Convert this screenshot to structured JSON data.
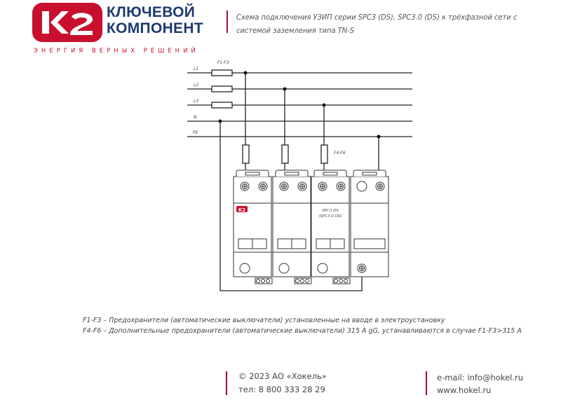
{
  "brand": {
    "line1": "КЛЮЧЕВОЙ",
    "line2": "КОМПОНЕНТ",
    "slogan": "ЭНЕРГИЯ ВЕРНЫХ РЕШЕНИЙ",
    "logo_text": "K2"
  },
  "title": "Схема подключения УЗИП серии SPC3 (DS), SPC3.0 (DS) к трёхфазной сети с системой заземления типа TN-S",
  "diagram": {
    "labels": {
      "f1f3": "F1-F3",
      "f4f6": "F4-F6",
      "l1": "L1",
      "l2": "L2",
      "l3": "L3",
      "n": "N",
      "pe": "PE",
      "model1": "SPC3 DS",
      "model2": "(SPC3.0 DS)",
      "module_logo": "K2"
    }
  },
  "notes": [
    "F1-F3 – Предохранители (автоматические выключатели) установленные на вводе в электроустановку",
    "F4-F6 – Дополнительные предохранители (автоматические выключатели) 315 А gG, устанавливаются в случае F1-F3>315 А"
  ],
  "footer": {
    "copyright": "© 2023 АО «Хокель»",
    "phone": "тел: 8 800 333 28 29",
    "email": "e-mail: info@hokel.ru",
    "site": "www.hokel.ru"
  },
  "colors": {
    "brand_red": "#c8102e",
    "brand_navy": "#1d3a6e"
  }
}
